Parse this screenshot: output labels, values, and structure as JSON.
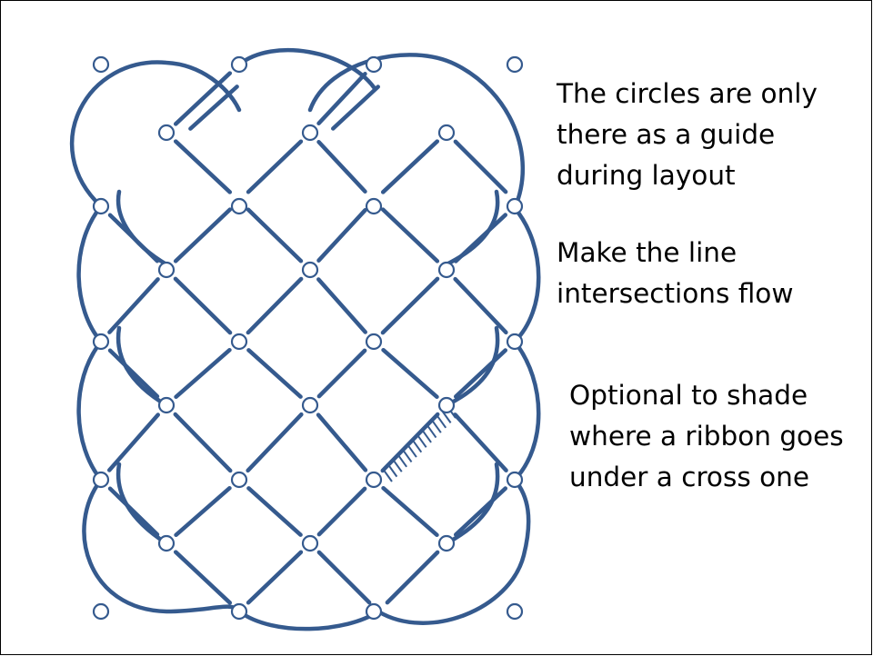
{
  "notes": [
    "The circles are only\nthere as a guide\nduring layout",
    "Make the line\nintersections flow",
    "Optional to shade\nwhere a ribbon goes\nunder a cross one"
  ],
  "knot": {
    "stroke_color": "#355a8e",
    "guide_circle_color": "#355a8e",
    "shade_color": "#355a8e"
  }
}
